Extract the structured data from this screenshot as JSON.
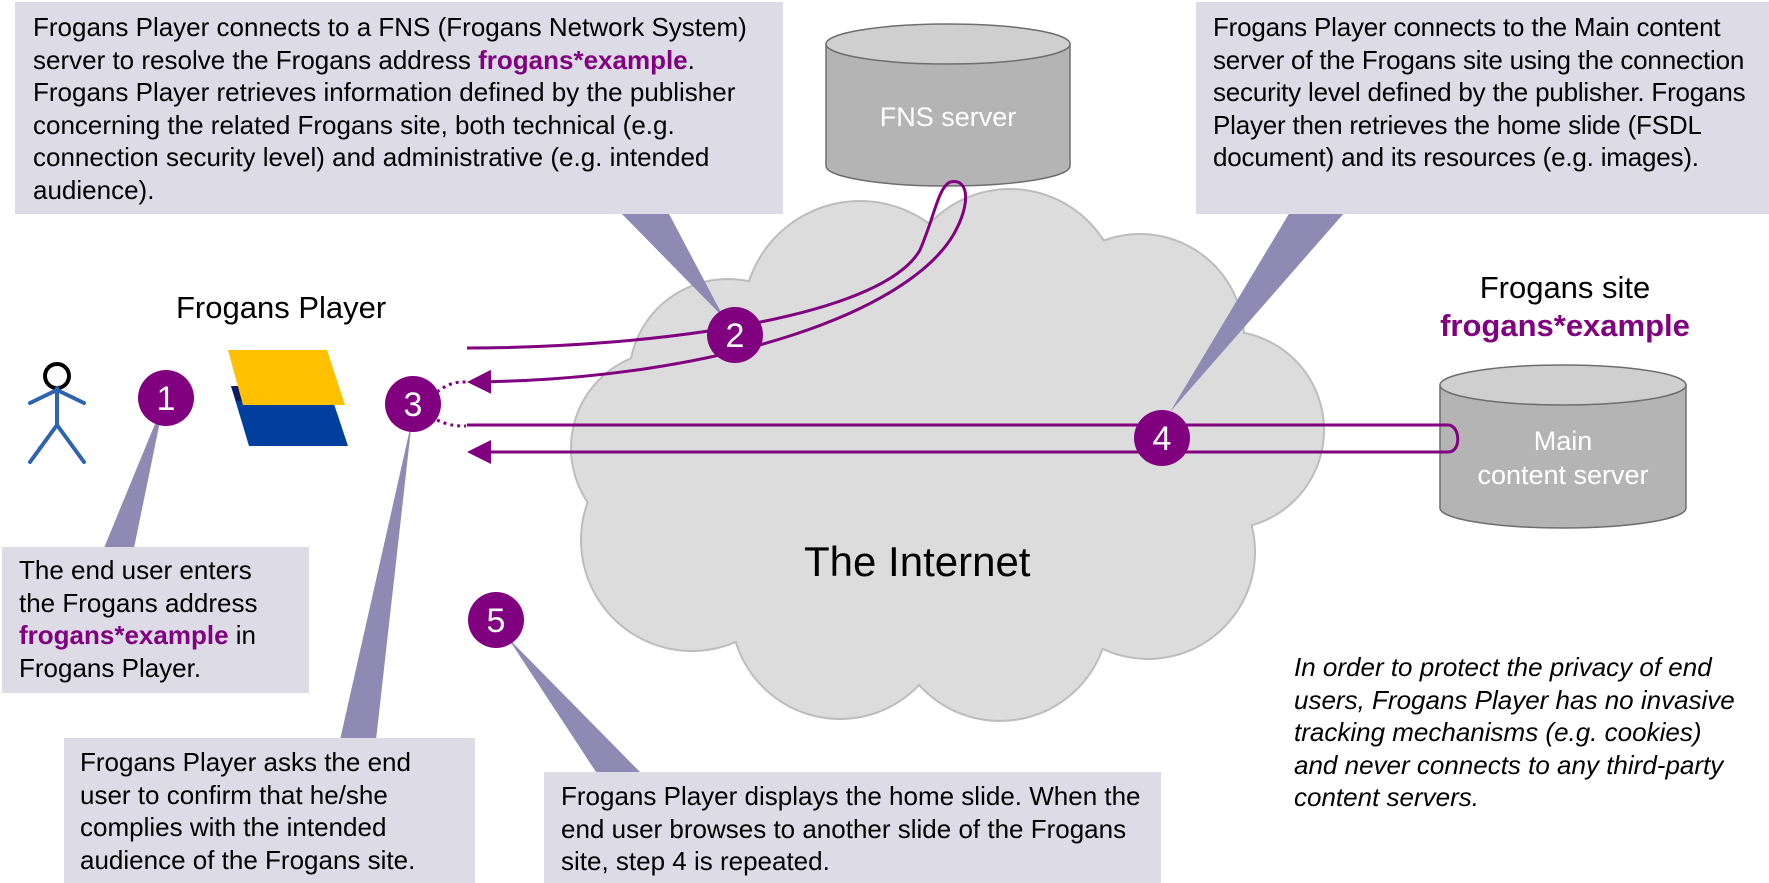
{
  "colors": {
    "accent": "#800080",
    "callout_bg": "#dcdbe6",
    "pointer": "#8f8ab4",
    "cloud": "#dcdcdc",
    "server": "#b4b4b4",
    "person": "#2e63b0",
    "player_yellow": "#ffc000",
    "player_blue": "#003f9e"
  },
  "icons": [
    "person-icon",
    "frogans-player-logo-icon",
    "database-icon"
  ],
  "labels": {
    "player": "Frogans Player",
    "internet": "The Internet",
    "site_title": "Frogans site",
    "site_address": "frogans*example",
    "fns_server": "FNS server",
    "main_server_line1": "Main",
    "main_server_line2": "content server"
  },
  "steps": [
    "1",
    "2",
    "3",
    "4",
    "5"
  ],
  "callouts": {
    "step1": {
      "before": "The end user enters the Frogans address ",
      "highlight": "frogans*example",
      "after": " in Frogans Player."
    },
    "step2": {
      "before": "Frogans Player connects to a FNS (Frogans Network System) server to resolve the Frogans address ",
      "highlight": "frogans*example",
      "after": ". Frogans Player retrieves information defined by the publisher concerning the related Frogans site, both technical (e.g. connection security level) and administrative (e.g. intended audience)."
    },
    "step3": "Frogans Player asks the end user to confirm that he/she complies with the intended audience of the Frogans site.",
    "step4": "Frogans Player connects to the Main content server of the Frogans site using the connection security level defined by the publisher. Frogans Player then retrieves the home slide (FSDL document) and its resources (e.g. images).",
    "step5": "Frogans Player displays the home slide. When the end user browses to another slide of the Frogans site, step 4 is repeated."
  },
  "privacy_note": "In order to protect the privacy of end users, Frogans Player has no invasive tracking mechanisms (e.g. cookies) and never connects to any third-party content servers."
}
